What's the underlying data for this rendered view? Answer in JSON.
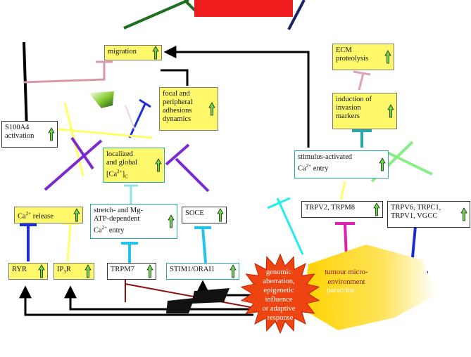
{
  "top_header": "",
  "boxes": {
    "migration": "migration",
    "ecm": "ECM\nproteolysis",
    "focal": "focal and\nperipheral\nadhesions\ndynamics",
    "invasion": "induction of\ninvasion\nmarkers",
    "s100a4": "S100A4\nactivation",
    "localized": "localized\nand global\n[Ca",
    "localized_sup": "2+",
    "localized_tail": "]",
    "localized_sub": "C",
    "stimulus": "stimulus-activated\nCa",
    "stimulus_sup": "2+",
    "stimulus_tail": " entry",
    "ca_release": "Ca",
    "ca_release_sup": "2+",
    "ca_release_tail": " release",
    "stretch": "stretch- and Mg-\nATP-dependent\nCa",
    "stretch_sup": "2+",
    "stretch_tail": " entry",
    "soce": "SOCE",
    "trpv2": "TRPV2, TRPM8",
    "trpv6": "TRPV6, TRPC1,\nTRPV1, VGCC",
    "ryr": "RYR",
    "ip3r_a": "IP",
    "ip3r_sub": "3",
    "ip3r_b": "R",
    "trpm7": "TRPM7",
    "stim": "STIM1/ORAI1"
  },
  "burst_lines": [
    "genomic",
    "aberration,",
    "epigenetic",
    "influence",
    "or adaptive",
    "response"
  ],
  "tumour_lines": [
    "tumour micro-",
    "environment",
    "paracrine"
  ],
  "colors": {
    "box_yellow": "#fff86a",
    "burst_red": "#ee4411",
    "tumour_yellow": "#ffdd22",
    "arrow_green": "#66dd44",
    "teal": "#2aa6a6",
    "blue": "#1e2ed6",
    "cyan": "#22c4ee",
    "purple": "#7a2ad0",
    "green": "#1f6f1f",
    "navy": "#1a2266",
    "pink": "#e0a0b8",
    "magenta": "#e020b0",
    "light_green": "#88ee88",
    "dark_red": "#8b1010"
  }
}
